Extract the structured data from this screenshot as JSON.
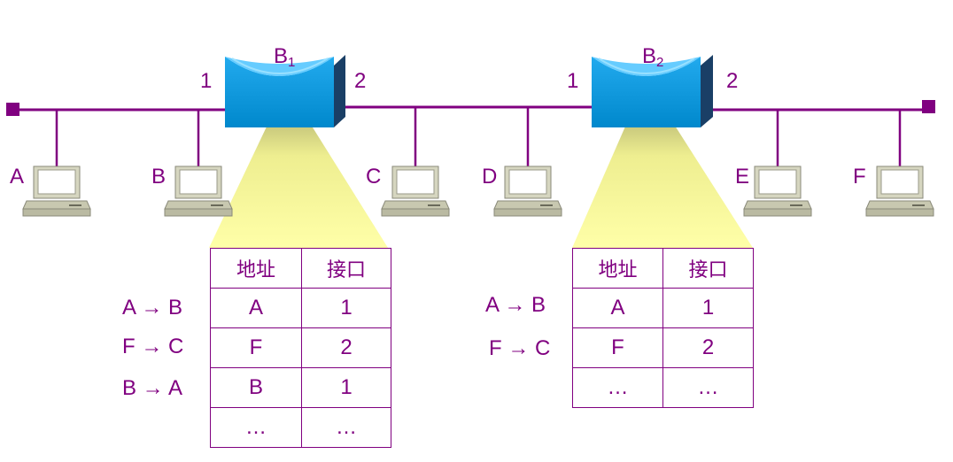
{
  "bridges": [
    {
      "id": "b1",
      "name": "B",
      "sub": "1",
      "port_left": "1",
      "port_right": "2"
    },
    {
      "id": "b2",
      "name": "B",
      "sub": "2",
      "port_left": "1",
      "port_right": "2"
    }
  ],
  "hosts": [
    {
      "id": "a",
      "label": "A"
    },
    {
      "id": "b",
      "label": "B"
    },
    {
      "id": "c",
      "label": "C"
    },
    {
      "id": "d",
      "label": "D"
    },
    {
      "id": "e",
      "label": "E"
    },
    {
      "id": "f",
      "label": "F"
    }
  ],
  "tables": [
    {
      "id": "t1",
      "headers": [
        "地址",
        "接口"
      ],
      "rows": [
        [
          "A",
          "1"
        ],
        [
          "F",
          "2"
        ],
        [
          "B",
          "1"
        ],
        [
          "…",
          "…"
        ]
      ],
      "row_labels": [
        "A → B",
        "F → C",
        "B → A"
      ]
    },
    {
      "id": "t2",
      "headers": [
        "地址",
        "接口"
      ],
      "rows": [
        [
          "A",
          "1"
        ],
        [
          "F",
          "2"
        ],
        [
          "…",
          "…"
        ]
      ],
      "row_labels": [
        "A → B",
        "F → C"
      ]
    }
  ],
  "colors": {
    "line": "#800080",
    "bridge_top": "#66ccff",
    "bridge_body": "#0099dd",
    "bridge_side": "#1a3f66",
    "beam": "#ffff99",
    "pc": "#cfcfb8"
  }
}
